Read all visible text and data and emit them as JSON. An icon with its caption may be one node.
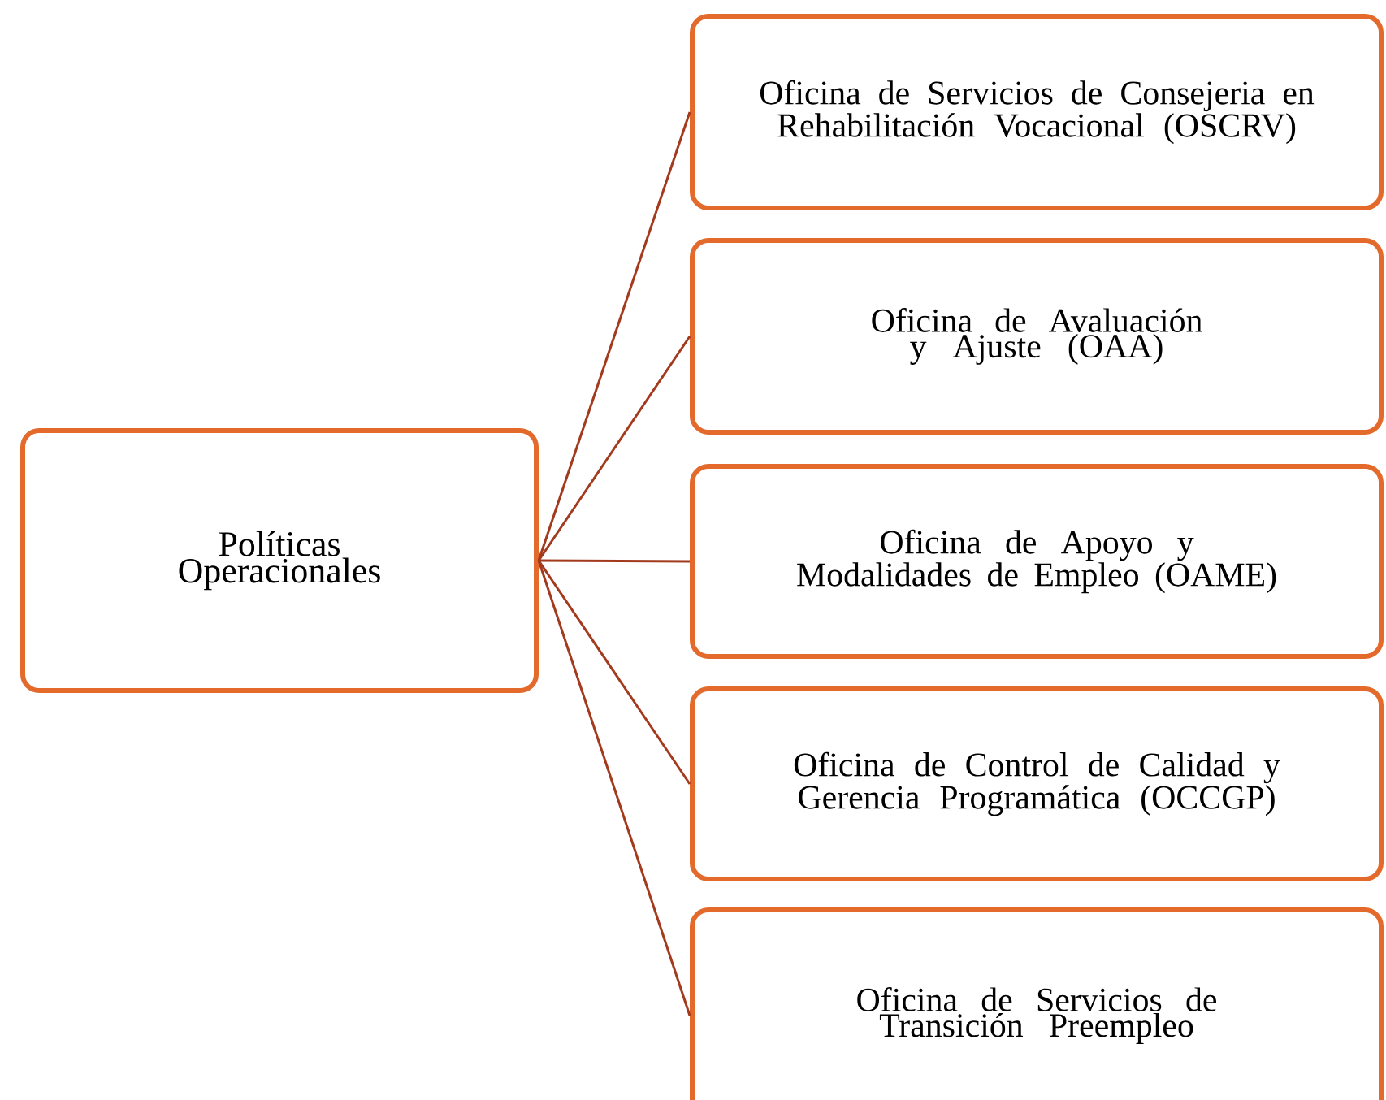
{
  "diagram": {
    "nodes": [
      {
        "text": [
          "Políticas Operacionales"
        ]
      },
      {
        "text": [
          "Oficina de Servicios de Consejeria en Rehabilitación Vocacional  (OSCRV)"
        ]
      },
      {
        "text": [
          "Oficina de Avaluación y Ajuste (OAA)"
        ]
      },
      {
        "text": [
          "Oficina de Apoyo y Modalidades de Empleo (OAME)"
        ]
      },
      {
        "text": [
          "Oficina de Control de Calidad y Gerencia Programática (OCCGP)"
        ]
      },
      {
        "text": [
          "Oficina de Servicios de Transición Preempleo"
        ]
      }
    ],
    "edges": [
      {
        "from": 0,
        "to": 1,
        "arrow": "none"
      },
      {
        "from": 0,
        "to": 2,
        "arrow": "none"
      },
      {
        "from": 0,
        "to": 3,
        "arrow": "none"
      },
      {
        "from": 0,
        "to": 4,
        "arrow": "none"
      },
      {
        "from": 0,
        "to": 5,
        "arrow": "none"
      }
    ]
  }
}
